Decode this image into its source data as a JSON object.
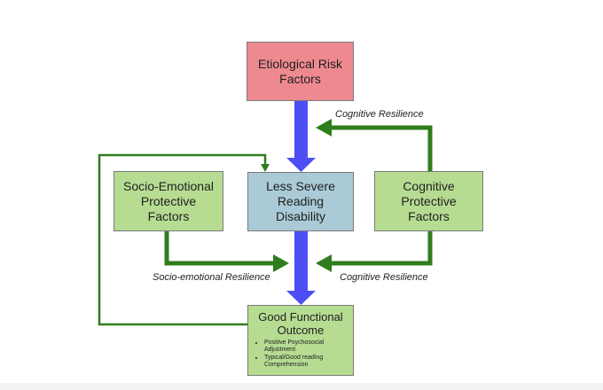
{
  "diagram": {
    "nodes": {
      "risk": {
        "label": "Etiological Risk\nFactors",
        "color": "#ee8a8f"
      },
      "lsrd": {
        "label": "Less Severe\nReading Disability",
        "color": "#a9cad6"
      },
      "socio": {
        "label": "Socio-Emotional\nProtective Factors",
        "color": "#b6dc92"
      },
      "cog": {
        "label": "Cognitive\nProtective Factors",
        "color": "#b6dc92"
      },
      "outcome": {
        "title": "Good Functional\nOutcome",
        "bullets": [
          "Positive Psychosocial Adjustment",
          "Typical/Good reading Comprehension"
        ],
        "color": "#b6dc92"
      }
    },
    "edge_labels": {
      "cognitive_top": "Cognitive Resilience",
      "socio_bottom": "Socio-emotional Resilience",
      "cognitive_bottom": "Cognitive Resilience"
    },
    "colors": {
      "main_arrow": "#4e4ef5",
      "resilience_arrow": "#2f7d1c"
    }
  }
}
